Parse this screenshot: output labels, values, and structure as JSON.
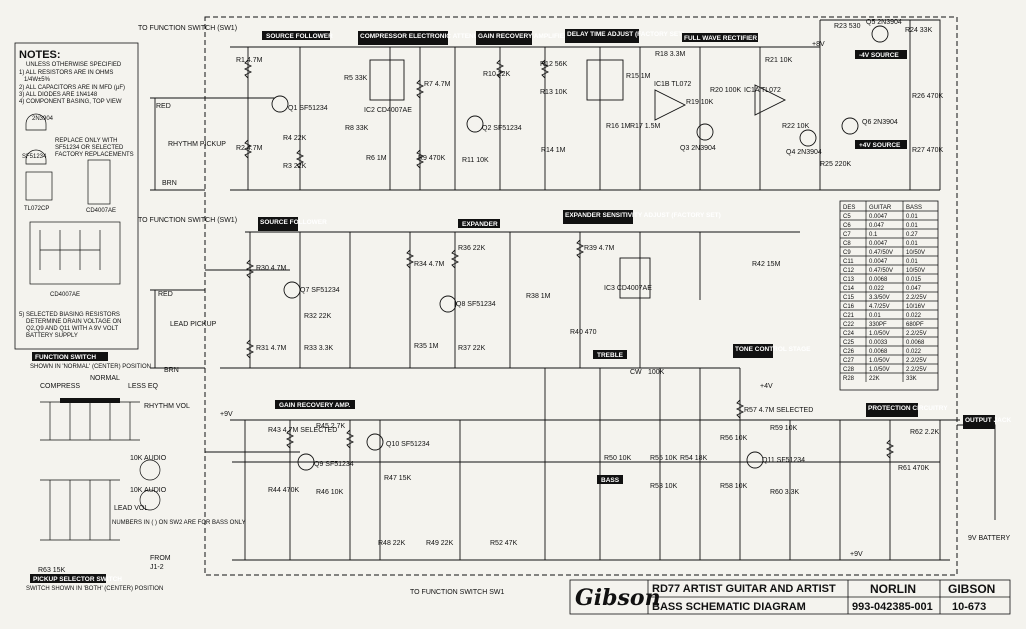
{
  "notes": {
    "heading": "NOTES:",
    "lines": [
      "UNLESS OTHERWISE SPECIFIED",
      "1) ALL RESISTORS ARE IN OHMS",
      "   1/4W±5%",
      "2) ALL CAPACITORS ARE IN MFD (µF)",
      "3) ALL DIODES ARE 1N4148",
      "4) COMPONENT BASING, TOP VIEW"
    ],
    "transistor": "2N3904",
    "replace_lines": [
      "REPLACE ONLY WITH",
      "SF51234 OR SELECTED",
      "FACTORY REPLACEMENTS"
    ],
    "jfet": "SF51234",
    "ic1": "TL072CP",
    "ic2": "CD4007AE",
    "ic3": "CD4007AE",
    "note5": [
      "5) SELECTED BIASING RESISTORS",
      "DETERMINE DRAIN VOLTAGE ON",
      "Q2,Q9 AND Q11 WITH A 9V VOLT",
      "BATTERY SUPPLY"
    ]
  },
  "sections": {
    "source_follower": "SOURCE FOLLOWER",
    "compressor": "COMPRESSOR ELECTRONIC ATTENUATOR",
    "gain_recovery": "GAIN RECOVERY AMPLIFIER",
    "delay_time": "DELAY TIME ADJUST (FACTORY SET)",
    "full_wave": "FULL WAVE RECTIFIER",
    "source_follower2": "SOURCE FOLLOWER",
    "expander": "EXPANDER",
    "expander_sens": "EXPANDER SENSITIVITY ADJUST (FACTORY SET)",
    "gain_recovery_amp": "GAIN RECOVERY AMP.",
    "treble": "TREBLE",
    "tone_control": "TONE CONTROL STAGE",
    "protection": "PROTECTION CIRCUITRY",
    "output_jack": "OUTPUT JACK",
    "bass": "BASS",
    "function_switch": "FUNCTION SWITCH",
    "function_switch_sub": "SHOWN IN 'NORMAL' (CENTER) POSITION",
    "pickup_selector": "PICKUP SELECTOR SWITCH",
    "pickup_selector_sub": "SWITCH SHOWN IN 'BOTH' (CENTER) POSITION",
    "minus4v": "-4V SOURCE",
    "plus4v": "+4V SOURCE"
  },
  "labels": {
    "rhythm_pickup": "RHYTHM PICKUP",
    "lead_pickup": "LEAD PICKUP",
    "red": "RED",
    "brn": "BRN",
    "to_function_switch": "TO FUNCTION SWITCH (SW1)",
    "to_function_switch_bottom": "TO FUNCTION SWITCH SW1",
    "rhythm_vol": "RHYTHM VOL",
    "lead_vol": "LEAD VOL",
    "compress": "COMPRESS",
    "normal": "NORMAL",
    "less_eq": "LESS EQ",
    "battery": "9V BATTERY",
    "numbers_note": "NUMBERS IN ( ) ON SW2 ARE FOR BASS ONLY",
    "from": "FROM",
    "p12": "J1-2",
    "plus9v": "+9V",
    "plus8v": "+8V",
    "plus4v": "+4V",
    "minus4v": "-4V"
  },
  "parts": {
    "r1": "R1 4.7M",
    "r2": "R2 4.7M",
    "r3": "R3 22K",
    "r4": "R4 22K",
    "r5": "R5 33K",
    "r6": "R6 1M",
    "r7": "R7 4.7M",
    "r8": "R8 33K",
    "r9": "R9 470K",
    "r10": "R10 22K",
    "r11": "R11 10K",
    "r12": "R12 56K",
    "r13": "R13 10K",
    "r14": "R14 1M",
    "r15": "R15 1M",
    "r16": "R16 1M",
    "r17": "R17 1.5M",
    "r18": "R18 3.3M",
    "r19": "R19 10K",
    "r20": "R20 100K",
    "r21": "R21 10K",
    "r22": "R22 10K",
    "r23": "R23 530",
    "r24": "R24 33K",
    "r25": "R25 220K",
    "r26": "R26 470K",
    "r27": "R27 470K",
    "r30": "R30 4.7M",
    "r31": "R31 4.7M",
    "r32": "R32 22K",
    "r33": "R33 3.3K",
    "r34": "R34 4.7M",
    "r35": "R35 1M",
    "r36": "R36 22K",
    "r37": "R37 22K",
    "r38": "R38 1M",
    "r39": "R39 4.7M",
    "r40": "R40 470",
    "r42": "R42 15M",
    "r43": "R43 4.7M SELECTED",
    "r45": "R45 2.7K",
    "r46": "R46 10K",
    "r47": "R47 15K",
    "r48": "R48 22K",
    "r49": "R49 22K",
    "r50": "R50 10K",
    "r52": "R52 47K",
    "r53": "R53 10K",
    "r54": "R54 18K",
    "r55": "R55 10K",
    "r56": "R56 10K",
    "r57": "R57 4.7M SELECTED",
    "r58": "R58 10K",
    "r59": "R59 10K",
    "r60": "R60 3.3K",
    "r61": "R61 470K",
    "r62": "R62 2.2K",
    "r63": "R63 15K",
    "r44": "R44 470K",
    "q1": "Q1 SF51234",
    "q2": "Q2 SF51234",
    "q3": "Q3 2N3904",
    "q4": "Q4 2N3904",
    "q5": "Q5 2N3904",
    "q6": "Q6 2N3904",
    "q7": "Q7 SF51234",
    "q8": "Q8 SF51234",
    "q9": "Q9 SF51234",
    "q10": "Q10 SF51234",
    "q11": "Q11 SF51234",
    "ic1": "IC1A TL072",
    "ic1b": "IC1B TL072",
    "ic2": "IC2 CD4007AE",
    "ic3": "IC3 CD4007AE",
    "pot_cw": "CW",
    "pot100k": "100K",
    "pot10k_a": "10K AUDIO",
    "pot10k_b": "10K AUDIO"
  },
  "cap_table": {
    "headers": [
      "DES",
      "GUITAR",
      "BASS"
    ],
    "rows": [
      [
        "C5",
        "0.0047",
        "0.01"
      ],
      [
        "C6",
        "0.047",
        "0.01"
      ],
      [
        "C7",
        "0.1",
        "0.27"
      ],
      [
        "C8",
        "0.0047",
        "0.01"
      ],
      [
        "C9",
        "0.47/50V",
        "10/50V"
      ],
      [
        "C11",
        "0.0047",
        "0.01"
      ],
      [
        "C12",
        "0.47/50V",
        "10/50V"
      ],
      [
        "C13",
        "0.0068",
        "0.015"
      ],
      [
        "C14",
        "0.022",
        "0.047"
      ],
      [
        "C15",
        "3.3/50V",
        "2.2/25V"
      ],
      [
        "C16",
        "4.7/25V",
        "10/16V"
      ],
      [
        "C21",
        "0.01",
        "0.022"
      ],
      [
        "C22",
        "330PF",
        "680PF"
      ],
      [
        "C24",
        "1.0/50V",
        "2.2/25V"
      ],
      [
        "C25",
        "0.0033",
        "0.0068"
      ],
      [
        "C26",
        "0.0068",
        "0.022"
      ],
      [
        "C27",
        "1.0/50V",
        "2.2/25V"
      ],
      [
        "C28",
        "1.0/50V",
        "2.2/25V"
      ],
      [
        "R28",
        "22K",
        "33K"
      ]
    ]
  },
  "title_block": {
    "logo": "Gibson",
    "drawing_title_1": "RD77 ARTIST GUITAR AND ARTIST",
    "drawing_title_2": "BASS SCHEMATIC DIAGRAM",
    "company": "NORLIN",
    "drawing_no": "993-042385-001",
    "brand": "GIBSON",
    "date": "10-673"
  }
}
